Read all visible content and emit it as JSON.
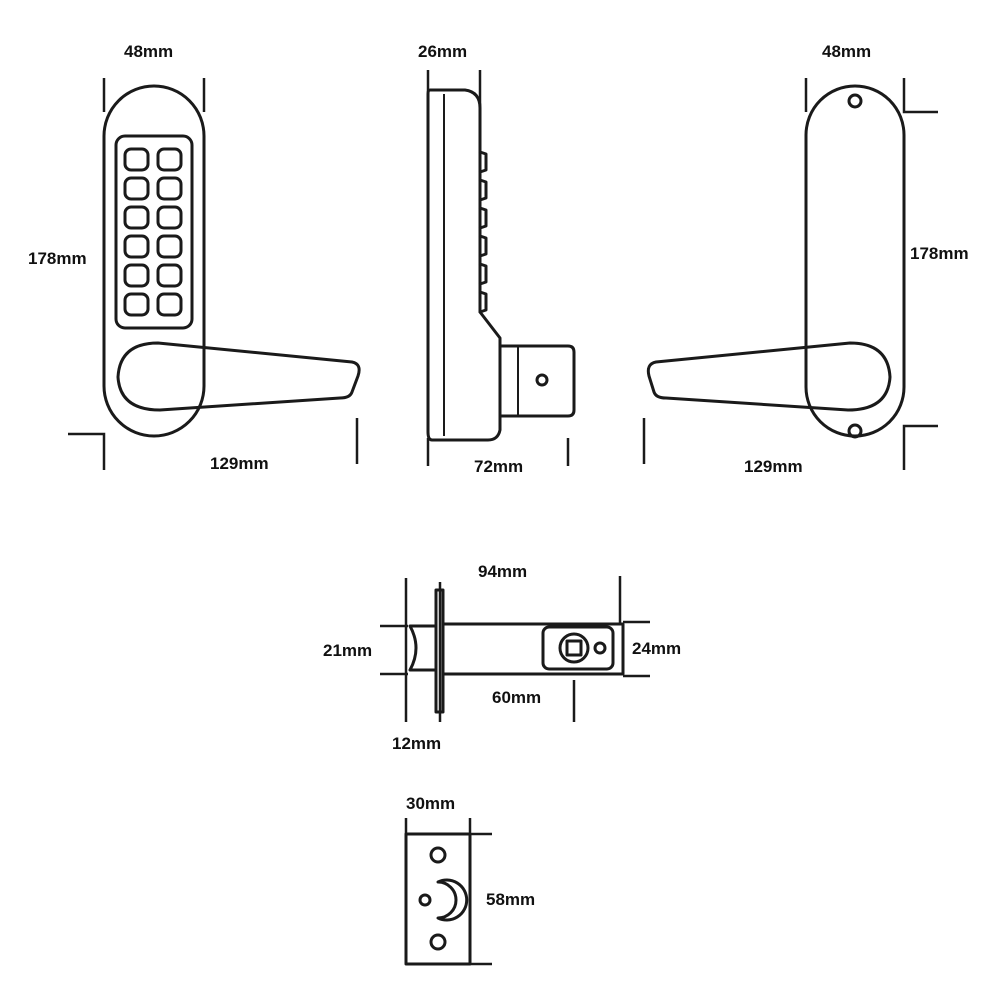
{
  "front_view": {
    "width_label": "48mm",
    "height_label": "178mm",
    "projection_label": "129mm"
  },
  "side_view": {
    "depth_label": "26mm",
    "spindle_label": "72mm"
  },
  "rear_view": {
    "width_label": "48mm",
    "height_label": "178mm",
    "projection_label": "129mm"
  },
  "latch": {
    "length_label": "94mm",
    "bolt_label": "21mm",
    "case_label": "24mm",
    "backset_label": "60mm",
    "faceplate_label": "12mm"
  },
  "strike_plate": {
    "width_label": "30mm",
    "height_label": "58mm"
  }
}
